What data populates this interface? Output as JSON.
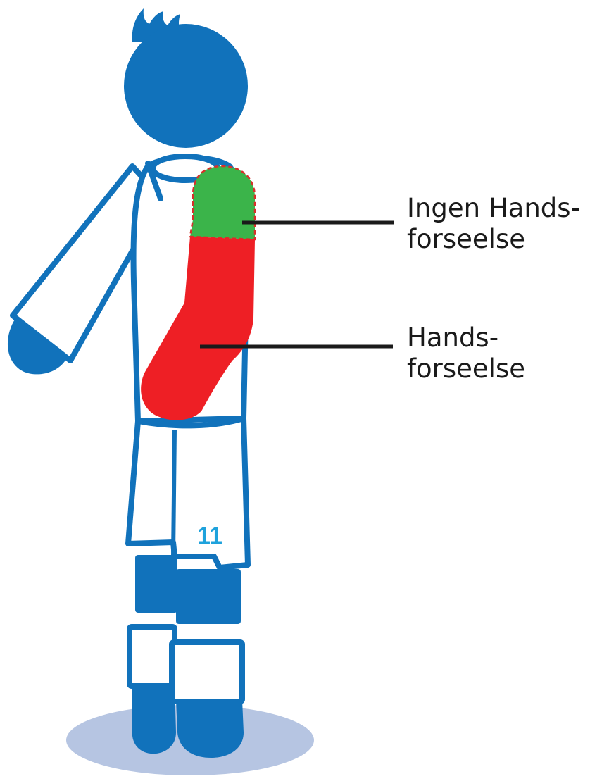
{
  "labels": {
    "no_handball": {
      "line1": "Ingen Hands-",
      "line2": "forseelse"
    },
    "handball": {
      "line1": "Hands-",
      "line2": "forseelse"
    }
  },
  "player": {
    "shirt_number": "11"
  },
  "colors": {
    "player_blue": "#1172bb",
    "number_blue": "#1ea2dc",
    "no_handball_zone": "#3bb44a",
    "handball_zone": "#ee1f25",
    "zone_border": "#d7302a",
    "shadow": "#b6c5e2",
    "leader_line": "#1a1a1a",
    "text": "#1a1a1a"
  }
}
